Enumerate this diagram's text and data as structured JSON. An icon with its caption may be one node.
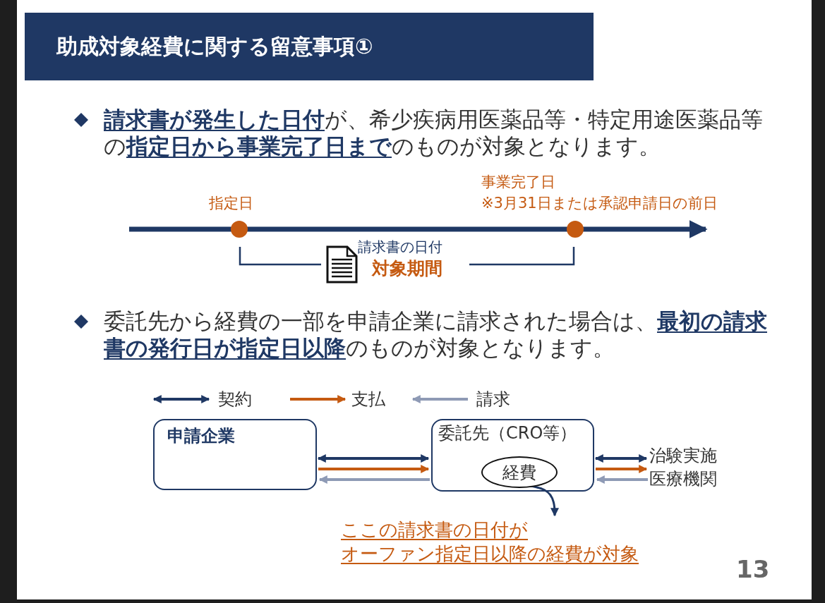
{
  "diagram": {
    "title": "助成対象経費に関する留意事項①",
    "nodes": [
      {
        "text": [
          "申請企業"
        ]
      },
      {
        "text": [
          "委託先（CRO等）"
        ]
      },
      {
        "text": [
          "経費"
        ],
        "in": 1
      },
      {
        "text": [
          "治験実施医療機関"
        ]
      },
      {
        "text": [
          "ここの請求書の日付がオーファン指定日以降の経費が対象"
        ]
      }
    ],
    "edges": [
      {
        "from": 0,
        "to": 1,
        "arrow": "both"
      },
      {
        "from": 0,
        "to": 1,
        "arrow": "to",
        "color": "#c55a11"
      },
      {
        "from": 1,
        "to": 0,
        "arrow": "to",
        "color": "#8e9ab5"
      },
      {
        "from": 1,
        "to": 3,
        "arrow": "both"
      },
      {
        "from": 1,
        "to": 3,
        "arrow": "to",
        "color": "#c55a11"
      },
      {
        "from": 3,
        "to": 1,
        "arrow": "to",
        "color": "#8e9ab5"
      },
      {
        "from": 2,
        "to": 4,
        "arrow": "to"
      }
    ],
    "labels": [
      "**請求書が発生した日付**が、希少疾病用医薬品等・特定用途医薬品等の**指定日から事業完了日まで**のものが対象となります。",
      "事業完了日",
      "※3月31日または承認申請日の前日",
      "指定日",
      "請求書の日付",
      "対象期間",
      "委託先から経費の一部を申請企業に請求された場合は、**最初の請求書の発行日が指定日以降**のものが対象となります。",
      "13"
    ],
    "legend": [
      {
        "text": "契約"
      },
      {
        "text": "支払"
      },
      {
        "text": "請求"
      }
    ]
  }
}
